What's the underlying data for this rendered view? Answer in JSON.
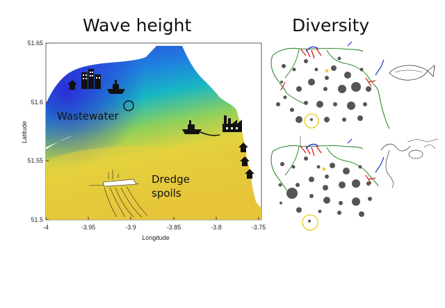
{
  "titles": {
    "left": "Wave height",
    "right": "Diversity"
  },
  "map": {
    "xlabel": "Longitude",
    "ylabel": "Latitude",
    "x_ticks": [
      "-4",
      "-3.95",
      "-3.9",
      "-3.85",
      "-3.8",
      "-3.75"
    ],
    "y_ticks": [
      "51.65",
      "51.6",
      "51.55",
      "51.5"
    ],
    "annotations": {
      "wastewater": "Wastewater",
      "dredge_line1": "Dredge",
      "dredge_line2": "spoils"
    }
  },
  "colors": {
    "sea_deep": "#3040d0",
    "sea_mid": "#1ab0c8",
    "sea_shallow": "#e8d43a",
    "diversity_circles": "#555555",
    "highlight_ring": "#e8d43a",
    "coast_line": "#2a8a2a"
  }
}
